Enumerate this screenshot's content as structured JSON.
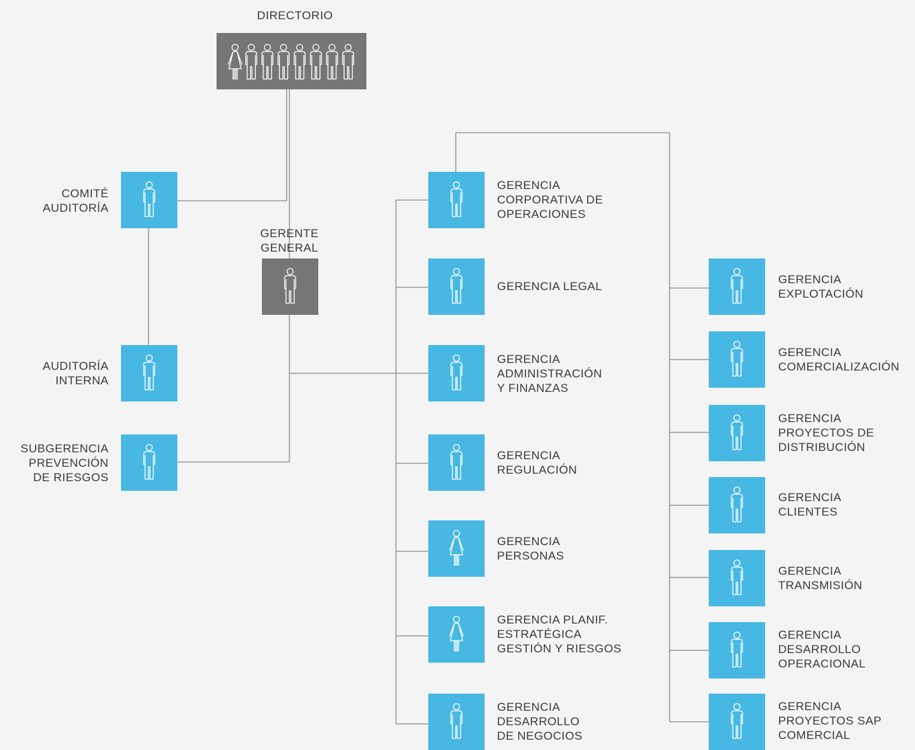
{
  "directorio": {
    "label": "DIRECTORIO"
  },
  "gerente_general": {
    "label": "GERENTE\nGENERAL"
  },
  "left": {
    "comite": "COMITÉ\nAUDITORÍA",
    "auditoria": "AUDITORÍA\nINTERNA",
    "subgerencia": "SUBGERENCIA\nPREVENCIÓN\nDE RIESGOS"
  },
  "middle": [
    {
      "label": "GERENCIA\nCORPORATIVA DE\nOPERACIONES",
      "icon": "male-person-icon"
    },
    {
      "label": "GERENCIA LEGAL",
      "icon": "male-person-icon"
    },
    {
      "label": "GERENCIA\nADMINISTRACIÓN\nY FINANZAS",
      "icon": "male-person-icon"
    },
    {
      "label": "GERENCIA\nREGULACIÓN",
      "icon": "male-person-icon"
    },
    {
      "label": "GERENCIA\nPERSONAS",
      "icon": "female-person-icon"
    },
    {
      "label": "GERENCIA PLANIF.\nESTRATÉGICA\nGESTIÓN Y RIESGOS",
      "icon": "female-person-icon"
    },
    {
      "label": "GERENCIA\nDESARROLLO\nDE NEGOCIOS",
      "icon": "male-person-icon"
    }
  ],
  "right": [
    {
      "label": "GERENCIA\nEXPLOTACIÓN",
      "icon": "male-person-icon"
    },
    {
      "label": "GERENCIA\nCOMERCIALIZACIÓN",
      "icon": "male-person-icon"
    },
    {
      "label": "GERENCIA\nPROYECTOS DE\nDISTRIBUCIÓN",
      "icon": "male-person-icon"
    },
    {
      "label": "GERENCIA\nCLIENTES",
      "icon": "male-person-icon"
    },
    {
      "label": "GERENCIA\nTRANSMISIÓN",
      "icon": "male-person-icon"
    },
    {
      "label": "GERENCIA\nDESARROLLO\nOPERACIONAL",
      "icon": "male-person-icon"
    },
    {
      "label": "GERENCIA\nPROYECTOS SAP\nCOMERCIAL",
      "icon": "male-person-icon"
    }
  ],
  "colors": {
    "box_blue": "#47b8e3",
    "box_gray": "#767676",
    "line": "#8a8a8a",
    "text": "#3a3a3a",
    "background": "#f4f4f4"
  }
}
